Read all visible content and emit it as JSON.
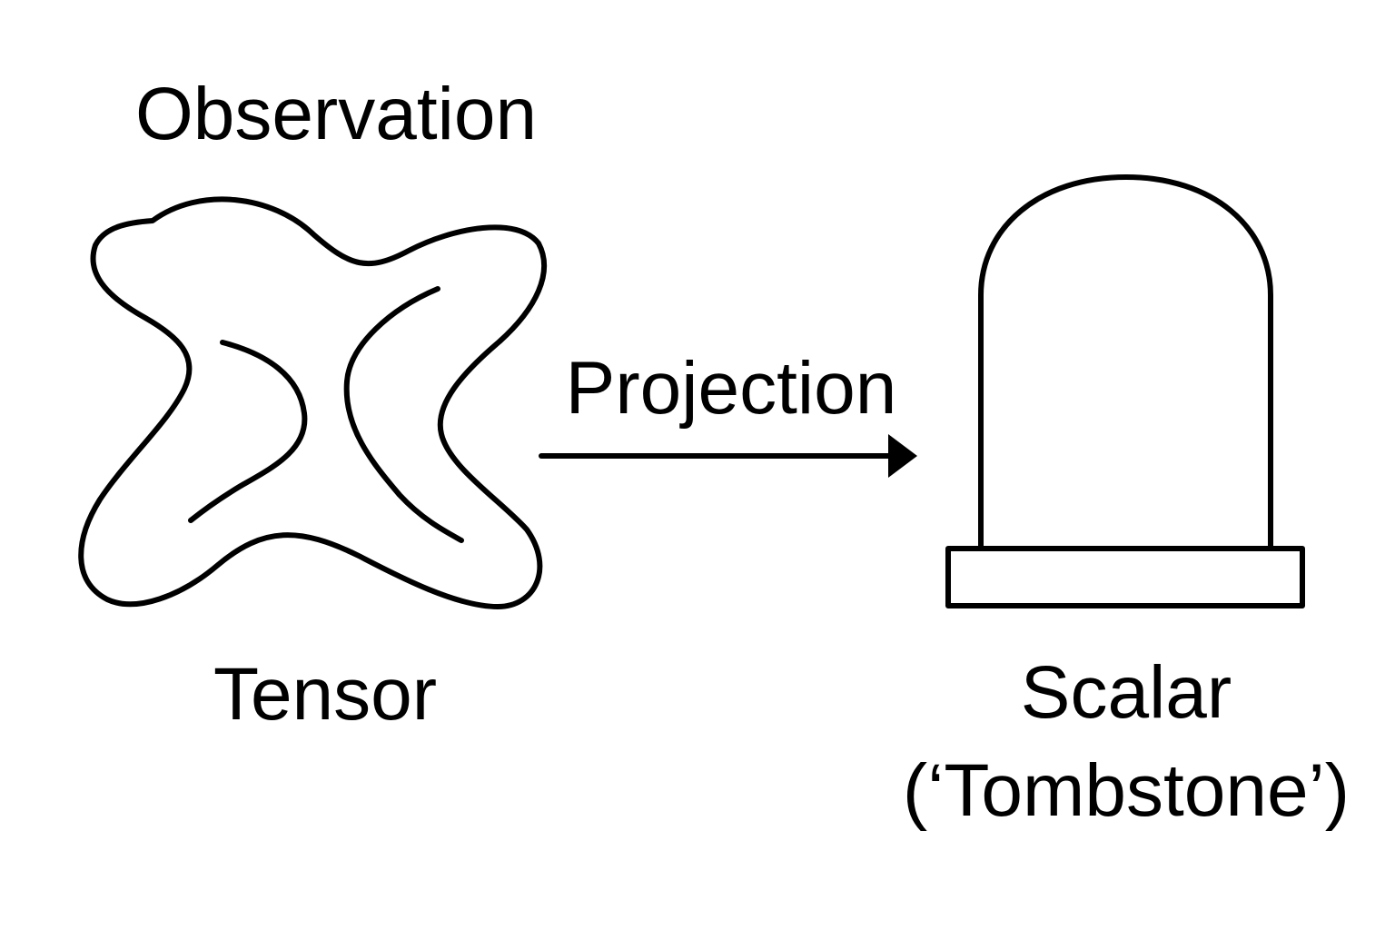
{
  "diagram": {
    "observation_label": "Observation",
    "tensor_label": "Tensor",
    "projection_label": "Projection",
    "scalar_label": "Scalar",
    "tombstone_label": "(‘Tombstone’)"
  },
  "colors": {
    "background": "#ffffff",
    "ink": "#000000"
  },
  "icons": {
    "tensor": "tensor-blob-icon",
    "arrow": "projection-arrow-icon",
    "scalar": "tombstone-icon"
  }
}
